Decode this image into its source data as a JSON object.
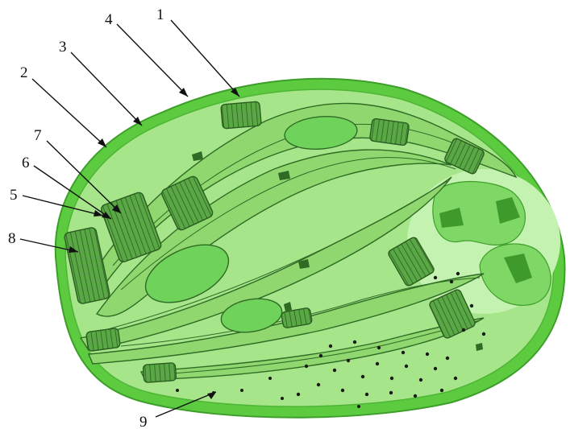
{
  "labels": {
    "l1": "1",
    "l2": "2",
    "l3": "3",
    "l4": "4",
    "l5": "5",
    "l6": "6",
    "l7": "7",
    "l8": "8",
    "l9": "9"
  },
  "colors": {
    "outer_membrane": "#5ccb3f",
    "stroma": "#a6e58a",
    "stroma_light": "#bdf0a6",
    "thylakoid_fill": "#8fd76e",
    "thylakoid_edge": "#2f6b25",
    "granum": "#4e9a3a",
    "granum_line": "#2a5d21",
    "starch": "#6fd35b",
    "vacuole": "#c4f2b0",
    "ink": "#111111"
  }
}
